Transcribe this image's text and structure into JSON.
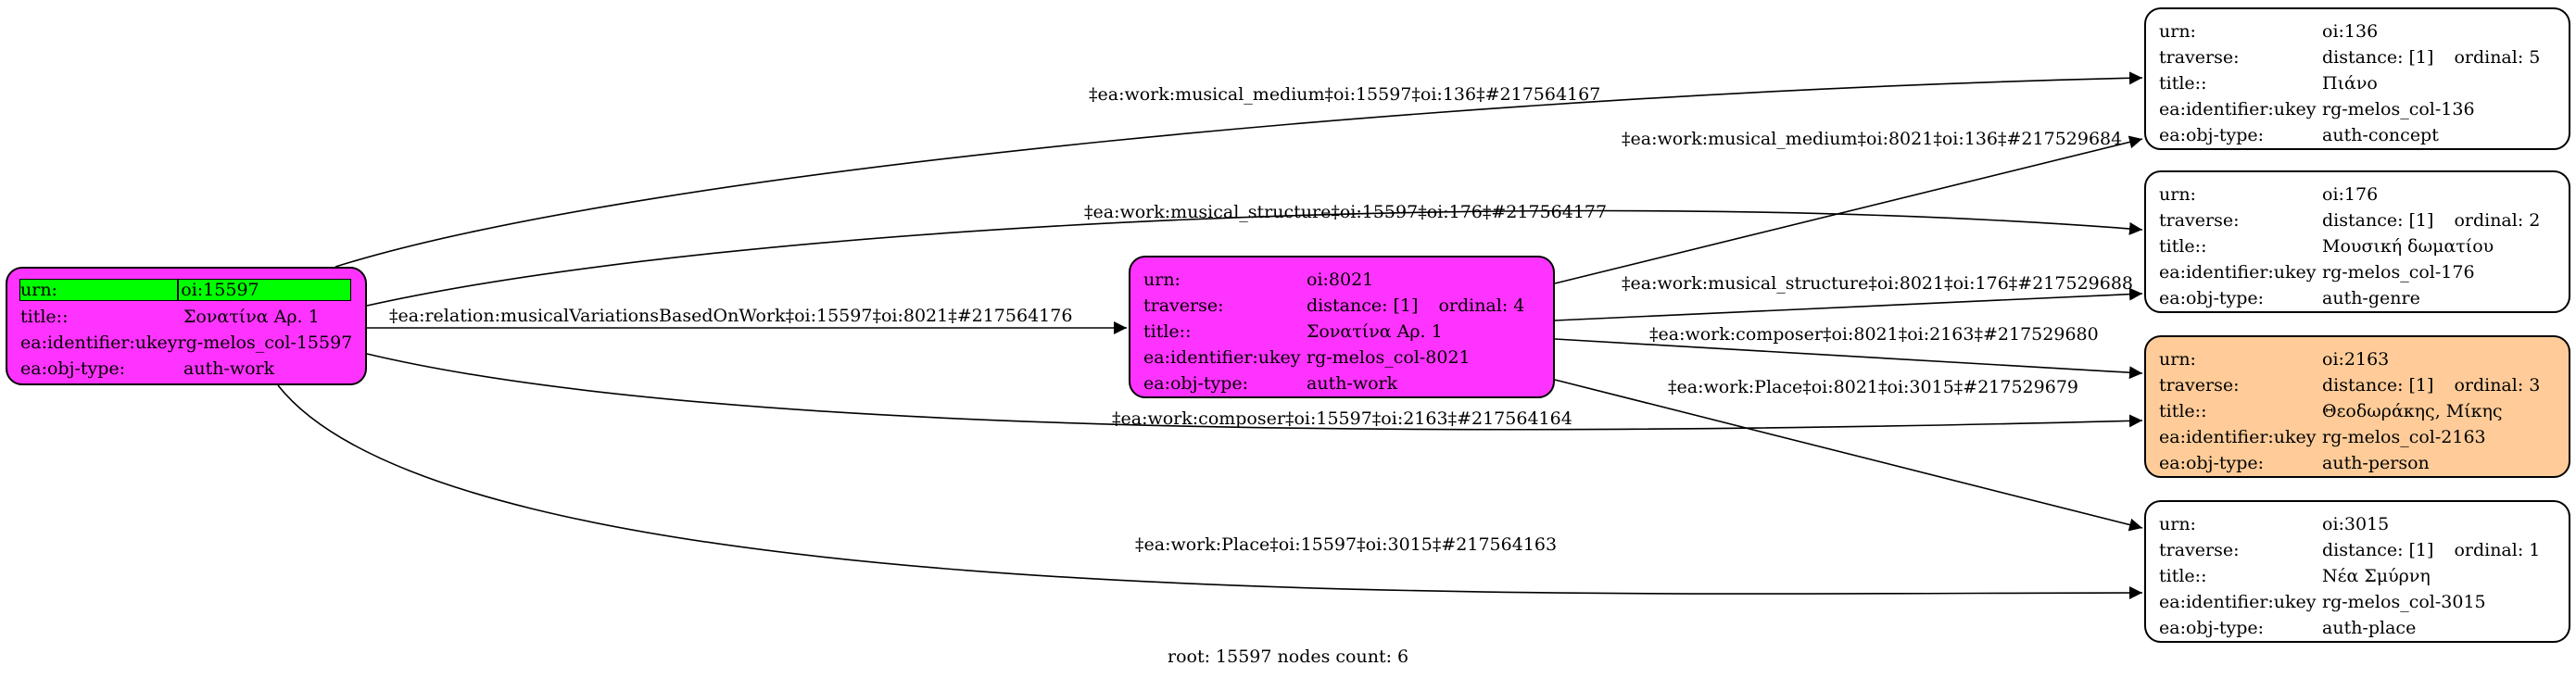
{
  "colors": {
    "root": "#ff33ff",
    "work": "#ff33ff",
    "person": "#ffcc99",
    "default": "#ffffff",
    "urn_highlight": "#00ff00"
  },
  "nodes": [
    {
      "id": "oi:15597",
      "style": "root",
      "rows": [
        {
          "key": "urn:",
          "value": "oi:15597"
        },
        {
          "key": "title::",
          "value": "Σονατίνα Αρ. 1"
        },
        {
          "key": "ea:identifier:ukey",
          "value": "rg-melos_col-15597"
        },
        {
          "key": "ea:obj-type:",
          "value": "auth-work"
        }
      ]
    },
    {
      "id": "oi:8021",
      "style": "work",
      "rows": [
        {
          "key": "urn:",
          "value": "oi:8021"
        },
        {
          "key": "traverse:",
          "value": "distance: [1]",
          "value2": "ordinal: 4"
        },
        {
          "key": "title::",
          "value": "Σονατίνα Αρ. 1"
        },
        {
          "key": "ea:identifier:ukey",
          "value": "rg-melos_col-8021"
        },
        {
          "key": "ea:obj-type:",
          "value": "auth-work"
        }
      ]
    },
    {
      "id": "oi:136",
      "style": "default",
      "rows": [
        {
          "key": "urn:",
          "value": "oi:136"
        },
        {
          "key": "traverse:",
          "value": "distance: [1]",
          "value2": "ordinal: 5"
        },
        {
          "key": "title::",
          "value": "Πιάνο"
        },
        {
          "key": "ea:identifier:ukey",
          "value": "rg-melos_col-136"
        },
        {
          "key": "ea:obj-type:",
          "value": "auth-concept"
        }
      ]
    },
    {
      "id": "oi:176",
      "style": "default",
      "rows": [
        {
          "key": "urn:",
          "value": "oi:176"
        },
        {
          "key": "traverse:",
          "value": "distance: [1]",
          "value2": "ordinal: 2"
        },
        {
          "key": "title::",
          "value": "Μουσική δωματίου"
        },
        {
          "key": "ea:identifier:ukey",
          "value": "rg-melos_col-176"
        },
        {
          "key": "ea:obj-type:",
          "value": "auth-genre"
        }
      ]
    },
    {
      "id": "oi:2163",
      "style": "person",
      "rows": [
        {
          "key": "urn:",
          "value": "oi:2163"
        },
        {
          "key": "traverse:",
          "value": "distance: [1]",
          "value2": "ordinal: 3"
        },
        {
          "key": "title::",
          "value": "Θεοδωράκης, Μίκης"
        },
        {
          "key": "ea:identifier:ukey",
          "value": "rg-melos_col-2163"
        },
        {
          "key": "ea:obj-type:",
          "value": "auth-person"
        }
      ]
    },
    {
      "id": "oi:3015",
      "style": "default",
      "rows": [
        {
          "key": "urn:",
          "value": "oi:3015"
        },
        {
          "key": "traverse:",
          "value": "distance: [1]",
          "value2": "ordinal: 1"
        },
        {
          "key": "title::",
          "value": "Νέα Σμύρνη"
        },
        {
          "key": "ea:identifier:ukey",
          "value": "rg-melos_col-3015"
        },
        {
          "key": "ea:obj-type:",
          "value": "auth-place"
        }
      ]
    }
  ],
  "edges": [
    {
      "from": "oi:15597",
      "to": "oi:136",
      "label": "‡ea:work:musical_medium‡oi:15597‡oi:136‡#217564167"
    },
    {
      "from": "oi:15597",
      "to": "oi:176",
      "label": "‡ea:work:musical_structure‡oi:15597‡oi:176‡#217564177"
    },
    {
      "from": "oi:15597",
      "to": "oi:8021",
      "label": "‡ea:relation:musicalVariationsBasedOnWork‡oi:15597‡oi:8021‡#217564176"
    },
    {
      "from": "oi:15597",
      "to": "oi:2163",
      "label": "‡ea:work:composer‡oi:15597‡oi:2163‡#217564164"
    },
    {
      "from": "oi:15597",
      "to": "oi:3015",
      "label": "‡ea:work:Place‡oi:15597‡oi:3015‡#217564163"
    },
    {
      "from": "oi:8021",
      "to": "oi:136",
      "label": "‡ea:work:musical_medium‡oi:8021‡oi:136‡#217529684"
    },
    {
      "from": "oi:8021",
      "to": "oi:176",
      "label": "‡ea:work:musical_structure‡oi:8021‡oi:176‡#217529688"
    },
    {
      "from": "oi:8021",
      "to": "oi:2163",
      "label": "‡ea:work:composer‡oi:8021‡oi:2163‡#217529680"
    },
    {
      "from": "oi:8021",
      "to": "oi:3015",
      "label": "‡ea:work:Place‡oi:8021‡oi:3015‡#217529679"
    }
  ],
  "footer": "root: 15597 nodes count: 6"
}
